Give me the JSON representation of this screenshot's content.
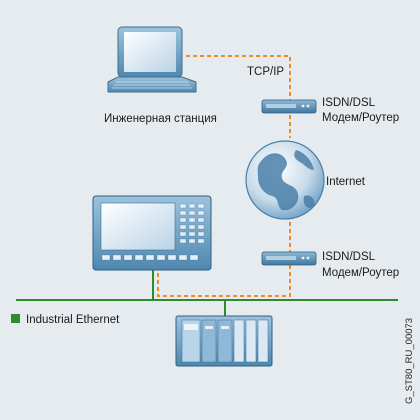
{
  "labels": {
    "tcpip": "TCP/IP",
    "station": "Инженерная станция",
    "modem_top_line1": "ISDN/DSL",
    "modem_top_line2": "Модем/Роутер",
    "internet": "Internet",
    "modem_bottom_line1": "ISDN/DSL",
    "modem_bottom_line2": "Модем/Роутер",
    "ethernet": "Industrial Ethernet",
    "figure_code": "G_ST80_RU_00073"
  },
  "colors": {
    "background": "#e6ebef",
    "device_blue": "#6fa3c6",
    "device_dark": "#3d6f93",
    "link_dashed": "#f08a24",
    "ethernet_line": "#2e8b2e",
    "text": "#1a1a1a"
  },
  "icons": {
    "laptop": "laptop-icon",
    "modem": "modem-router-icon",
    "globe": "globe-icon",
    "panel": "operator-panel-icon",
    "plc": "plc-rack-icon"
  }
}
